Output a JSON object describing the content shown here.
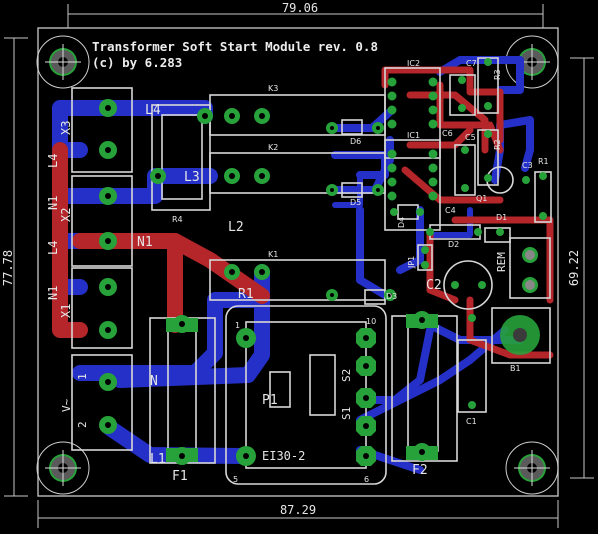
{
  "title_line1": "Transformer Soft Start Module rev. 0.8",
  "title_line2": "(c) by 6.283",
  "dims": {
    "top": "79.06",
    "bottom": "87.29",
    "left": "77.78",
    "right": "69.22"
  },
  "connectors": {
    "x3": "X3",
    "x2": "X2",
    "x1": "X1",
    "pin1": "1",
    "pin2": "2",
    "vac": "V~"
  },
  "relays": {
    "k1": "K1",
    "k2": "K2",
    "k3": "K3"
  },
  "nets": {
    "l1": "L1",
    "l2": "L2",
    "l3": "L3",
    "l4": "L4",
    "n": "N",
    "n1": "N1"
  },
  "resistors": {
    "r1": "R1",
    "r2": "R2",
    "r3": "R3",
    "r4": "R4"
  },
  "caps": {
    "c1": "C1",
    "c2": "C2",
    "c3": "C3",
    "c4": "C4",
    "c5": "C5",
    "c6": "C6",
    "c7": "C7"
  },
  "diodes": {
    "d1": "D1",
    "d2": "D2",
    "d3": "D3",
    "d4": "D4",
    "d5": "D5",
    "d6": "D6"
  },
  "ics": {
    "ic1": "IC1",
    "ic2": "IC2"
  },
  "misc": {
    "q1": "Q1",
    "b1": "B1",
    "jp1": "JP1",
    "rem": "REM",
    "p1": "P1"
  },
  "fuses": {
    "f1": "F1",
    "f2": "F2"
  },
  "transformer": {
    "name": "EI30-2",
    "s1": "S1",
    "s2": "S2",
    "pin1": "1",
    "pin5": "5",
    "pin6": "6",
    "pin10": "10"
  },
  "colors": {
    "top_copper": "#b4262a",
    "bottom_copper": "#2430c8",
    "pad": "#27a23a",
    "silkscreen": "#d8d8d8",
    "background": "#000000"
  }
}
